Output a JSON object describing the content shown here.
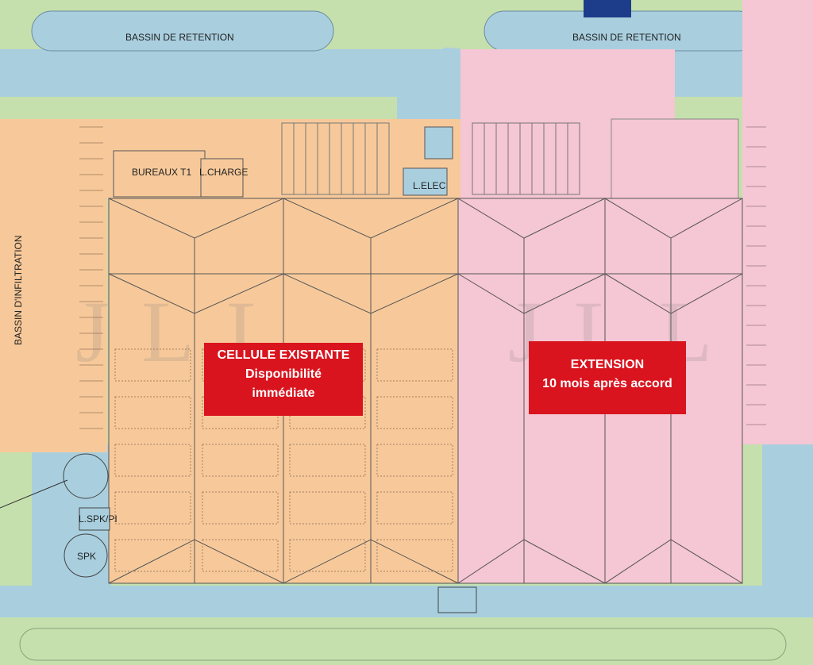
{
  "labels": {
    "bassin_left": "BASSIN DE RETENTION",
    "bassin_right": "BASSIN DE RETENTION",
    "bassin_infiltration": "BASSIN D'INFILTRATION",
    "bureaux": "BUREAUX T1",
    "lcharge": "L.CHARGE",
    "lelec": "L.ELEC",
    "lspk": "L.SPK/PI",
    "spk": "SPK"
  },
  "callouts": {
    "existing": {
      "line1": "CELLULE EXISTANTE",
      "line2": "Disponibilité",
      "line3": "immédiate"
    },
    "extension": {
      "line1": "EXTENSION",
      "line2": "10 mois après accord"
    }
  },
  "watermark": "JLL",
  "colors": {
    "grass": "#c5e0ad",
    "water": "#a9cfdf",
    "existing_zone": "#f7c99a",
    "extension_zone": "#f5c6d3",
    "callout": "#d9141e"
  }
}
